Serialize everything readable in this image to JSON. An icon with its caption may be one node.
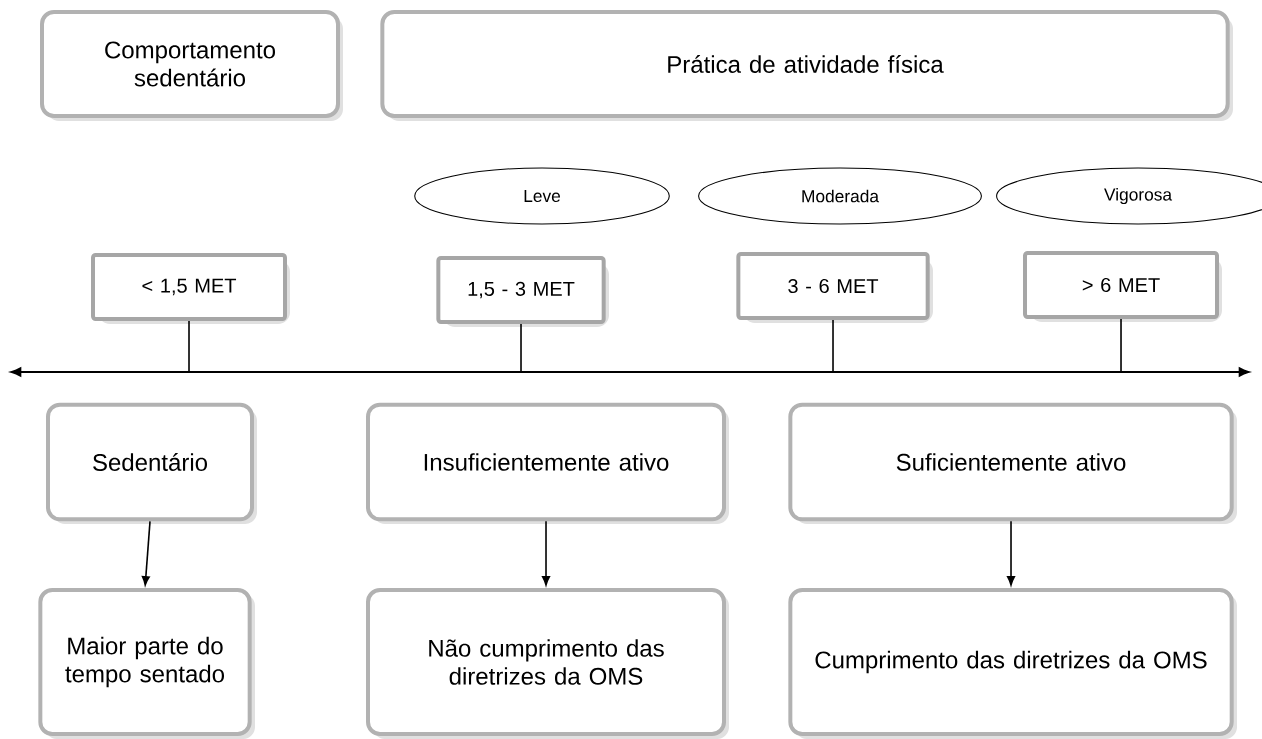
{
  "diagram": {
    "nodes": [
      {
        "text": [
          "Comportamento sedentário"
        ]
      },
      {
        "text": [
          "Prática de atividade física"
        ]
      },
      {
        "text": [
          "Leve"
        ]
      },
      {
        "text": [
          "Moderada"
        ]
      },
      {
        "text": [
          "Vigorosa"
        ]
      },
      {
        "text": [
          "< 1,5 MET"
        ]
      },
      {
        "text": [
          "1,5 - 3 MET"
        ]
      },
      {
        "text": [
          "3 - 6 MET"
        ]
      },
      {
        "text": [
          "> 6 MET"
        ]
      },
      {
        "text": [
          "Sedentário"
        ]
      },
      {
        "text": [
          "Insuficientemente ativo"
        ]
      },
      {
        "text": [
          "Suficientemente ativo"
        ]
      },
      {
        "text": [
          "Maior parte do tempo sentado"
        ]
      },
      {
        "text": [
          "Não cumprimento das diretrizes da OMS"
        ]
      },
      {
        "text": [
          "Cumprimento das diretrizes da OMS"
        ]
      }
    ],
    "edges": [
      {
        "from": 5,
        "to": null,
        "arrow": "none"
      },
      {
        "from": 6,
        "to": null,
        "arrow": "none"
      },
      {
        "from": 7,
        "to": null,
        "arrow": "none"
      },
      {
        "from": 8,
        "to": null,
        "arrow": "none"
      },
      {
        "from": 9,
        "to": 12,
        "arrow": "to"
      },
      {
        "from": 10,
        "to": 13,
        "arrow": "to"
      },
      {
        "from": 11,
        "to": 14,
        "arrow": "to"
      }
    ]
  }
}
